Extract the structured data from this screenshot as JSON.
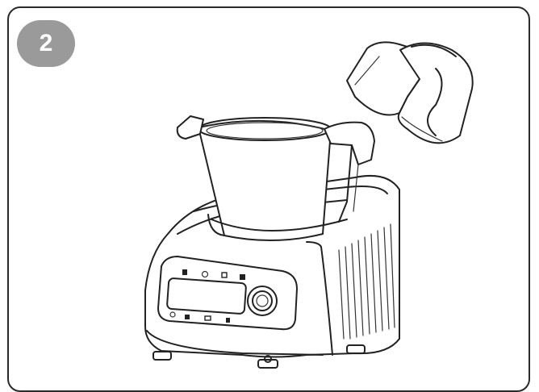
{
  "step": {
    "number": "2",
    "badge_color": "#9a9a9a",
    "text_color": "#ffffff"
  },
  "colors": {
    "line": "#222222",
    "background": "#ffffff"
  },
  "control_panel": {
    "top_icon_count": 4,
    "bottom_icon_count": 4
  }
}
